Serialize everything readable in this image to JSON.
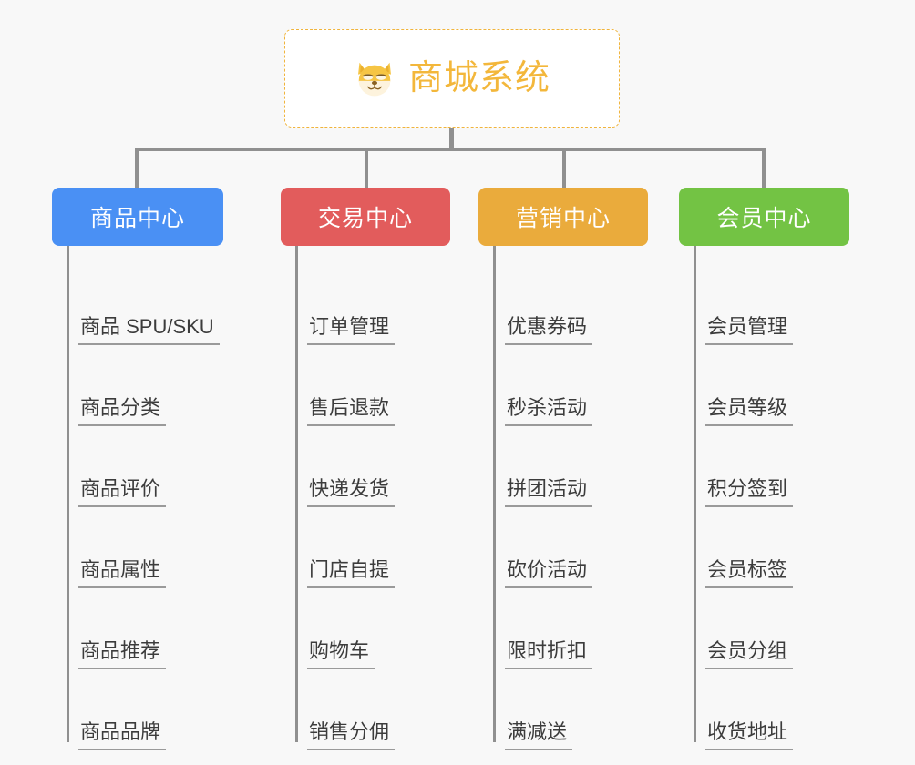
{
  "background_color": "#f8f8f8",
  "root": {
    "title": "商城系统",
    "icon": "dog-face-icon",
    "text_color": "#f3b73b",
    "border_color": "#f0b43c"
  },
  "connector_color": "#909090",
  "branches": [
    {
      "label": "商品中心",
      "color": "#4a90f4",
      "items": [
        "商品 SPU/SKU",
        "商品分类",
        "商品评价",
        "商品属性",
        "商品推荐",
        "商品品牌"
      ]
    },
    {
      "label": "交易中心",
      "color": "#e25c5c",
      "items": [
        "订单管理",
        "售后退款",
        "快递发货",
        "门店自提",
        "购物车",
        "销售分佣"
      ]
    },
    {
      "label": "营销中心",
      "color": "#eaab3c",
      "items": [
        "优惠券码",
        "秒杀活动",
        "拼团活动",
        "砍价活动",
        "限时折扣",
        "满减送"
      ]
    },
    {
      "label": "会员中心",
      "color": "#73c344",
      "items": [
        "会员管理",
        "会员等级",
        "积分签到",
        "会员标签",
        "会员分组",
        "收货地址"
      ]
    }
  ]
}
